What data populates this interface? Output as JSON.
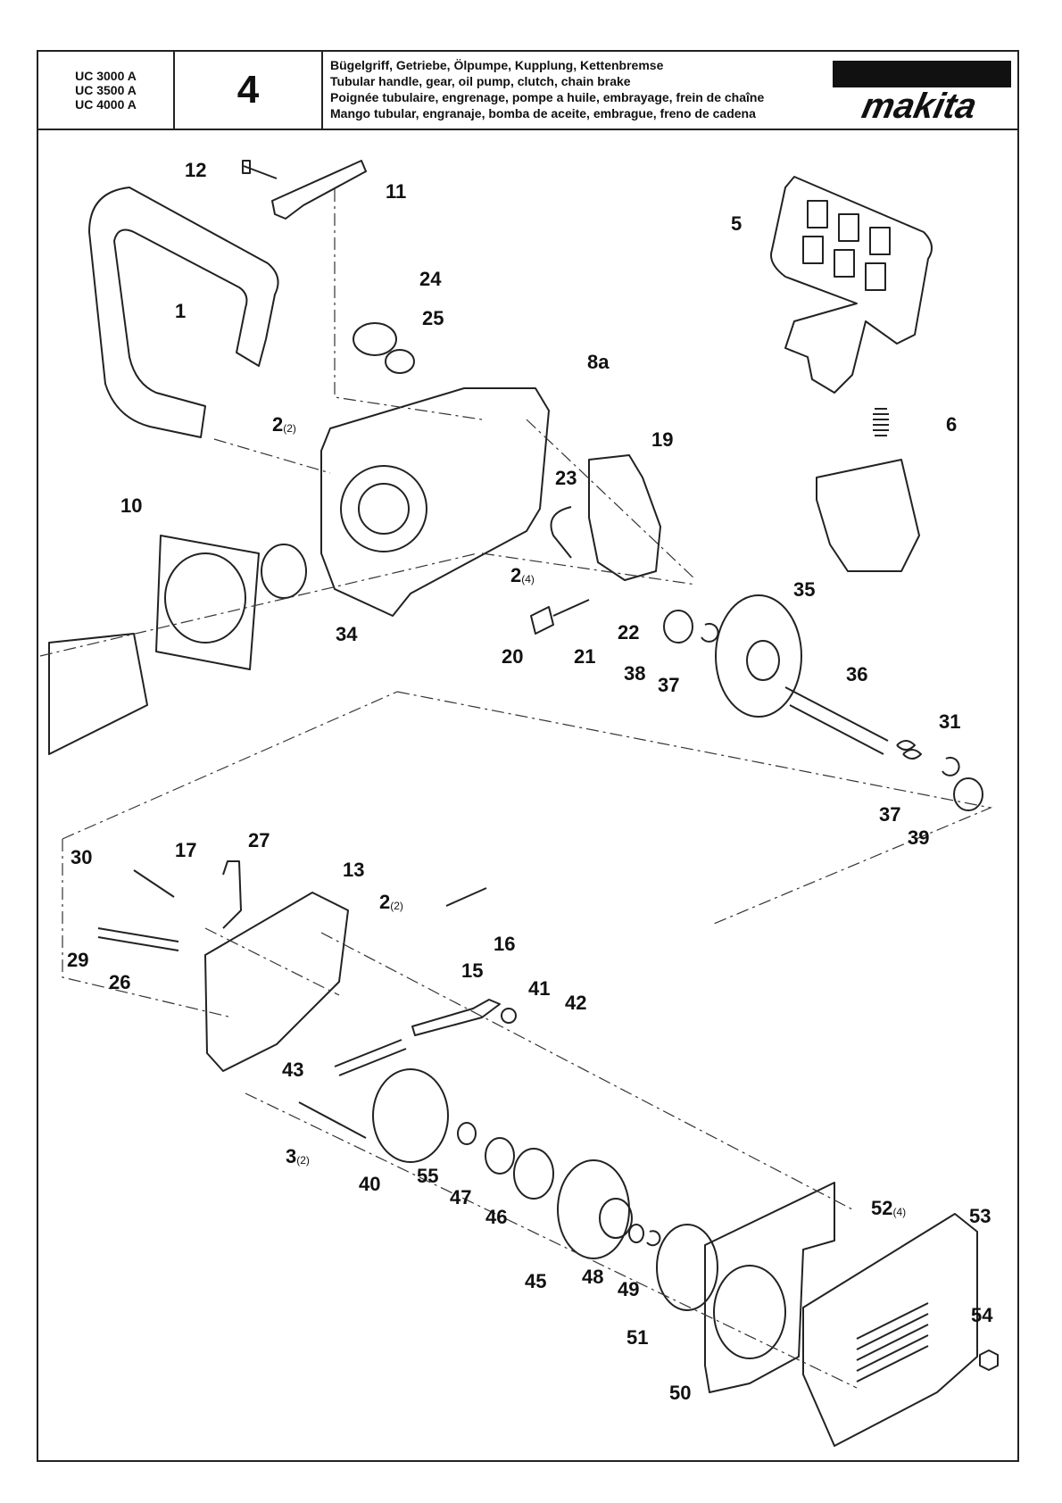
{
  "header": {
    "models": [
      "UC 3000 A",
      "UC 3500 A",
      "UC 4000 A"
    ],
    "page_number": "4",
    "titles": [
      "Bügelgriff, Getriebe, Ölpumpe, Kupplung, Kettenbremse",
      "Tubular handle, gear, oil pump, clutch, chain brake",
      "Poignée tubulaire, engrenage, pompe a huile, embrayage, frein de chaîne",
      "Mango tubular, engranaje, bomba de aceite, embrague, freno de cadena"
    ],
    "brand_logo": "makita"
  },
  "parts": [
    {
      "num": "12",
      "qty": ""
    },
    {
      "num": "11",
      "qty": ""
    },
    {
      "num": "1",
      "qty": ""
    },
    {
      "num": "24",
      "qty": ""
    },
    {
      "num": "25",
      "qty": ""
    },
    {
      "num": "5",
      "qty": ""
    },
    {
      "num": "8a",
      "qty": ""
    },
    {
      "num": "2",
      "qty": "(2)"
    },
    {
      "num": "6",
      "qty": ""
    },
    {
      "num": "19",
      "qty": ""
    },
    {
      "num": "23",
      "qty": ""
    },
    {
      "num": "10",
      "qty": ""
    },
    {
      "num": "2",
      "qty": "(4)"
    },
    {
      "num": "35",
      "qty": ""
    },
    {
      "num": "34",
      "qty": ""
    },
    {
      "num": "22",
      "qty": ""
    },
    {
      "num": "20",
      "qty": ""
    },
    {
      "num": "21",
      "qty": ""
    },
    {
      "num": "38",
      "qty": ""
    },
    {
      "num": "37",
      "qty": ""
    },
    {
      "num": "36",
      "qty": ""
    },
    {
      "num": "31",
      "qty": ""
    },
    {
      "num": "37",
      "qty": ""
    },
    {
      "num": "39",
      "qty": ""
    },
    {
      "num": "30",
      "qty": ""
    },
    {
      "num": "17",
      "qty": ""
    },
    {
      "num": "27",
      "qty": ""
    },
    {
      "num": "13",
      "qty": ""
    },
    {
      "num": "2",
      "qty": "(2)"
    },
    {
      "num": "16",
      "qty": ""
    },
    {
      "num": "29",
      "qty": ""
    },
    {
      "num": "26",
      "qty": ""
    },
    {
      "num": "15",
      "qty": ""
    },
    {
      "num": "41",
      "qty": ""
    },
    {
      "num": "42",
      "qty": ""
    },
    {
      "num": "43",
      "qty": ""
    },
    {
      "num": "3",
      "qty": "(2)"
    },
    {
      "num": "40",
      "qty": ""
    },
    {
      "num": "55",
      "qty": ""
    },
    {
      "num": "47",
      "qty": ""
    },
    {
      "num": "46",
      "qty": ""
    },
    {
      "num": "52",
      "qty": "(4)"
    },
    {
      "num": "53",
      "qty": ""
    },
    {
      "num": "45",
      "qty": ""
    },
    {
      "num": "48",
      "qty": ""
    },
    {
      "num": "49",
      "qty": ""
    },
    {
      "num": "54",
      "qty": ""
    },
    {
      "num": "51",
      "qty": ""
    },
    {
      "num": "50",
      "qty": ""
    }
  ]
}
